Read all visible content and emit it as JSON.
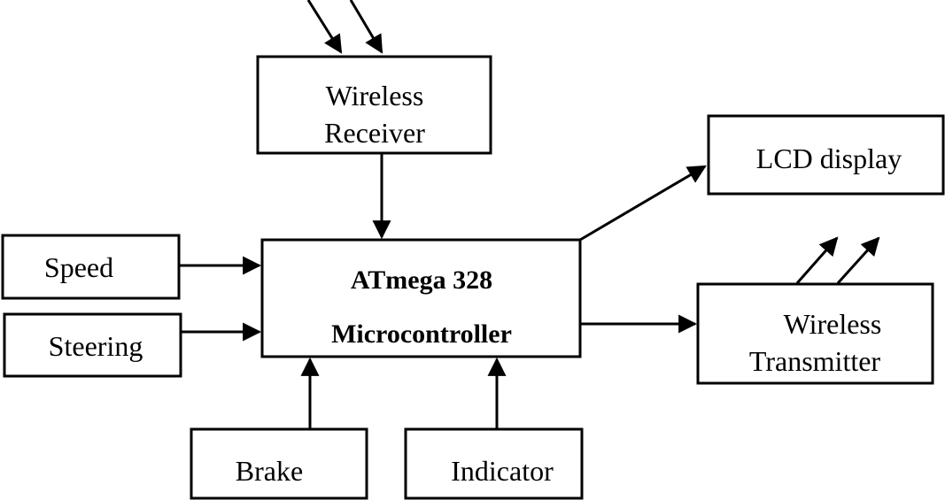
{
  "blocks": {
    "receiver": {
      "line1": "Wireless",
      "line2": "Receiver"
    },
    "mcu": {
      "line1": "ATmega 328",
      "line2": "Microcontroller"
    },
    "lcd": {
      "label": "LCD display"
    },
    "transmitter": {
      "line1": "Wireless",
      "line2": "Transmitter"
    },
    "speed": {
      "label": "Speed"
    },
    "steering": {
      "label": "Steering"
    },
    "brake": {
      "label": "Brake"
    },
    "indicator": {
      "label": "Indicator"
    }
  },
  "connections": [
    {
      "from": "receiver",
      "to": "mcu"
    },
    {
      "from": "speed",
      "to": "mcu"
    },
    {
      "from": "steering",
      "to": "mcu"
    },
    {
      "from": "brake",
      "to": "mcu"
    },
    {
      "from": "indicator",
      "to": "mcu"
    },
    {
      "from": "mcu",
      "to": "lcd"
    },
    {
      "from": "mcu",
      "to": "transmitter"
    }
  ],
  "signals": [
    {
      "block": "receiver",
      "direction": "incoming"
    },
    {
      "block": "transmitter",
      "direction": "outgoing"
    }
  ],
  "colors": {
    "stroke": "#000000",
    "fill": "#ffffff",
    "text": "#000000"
  }
}
